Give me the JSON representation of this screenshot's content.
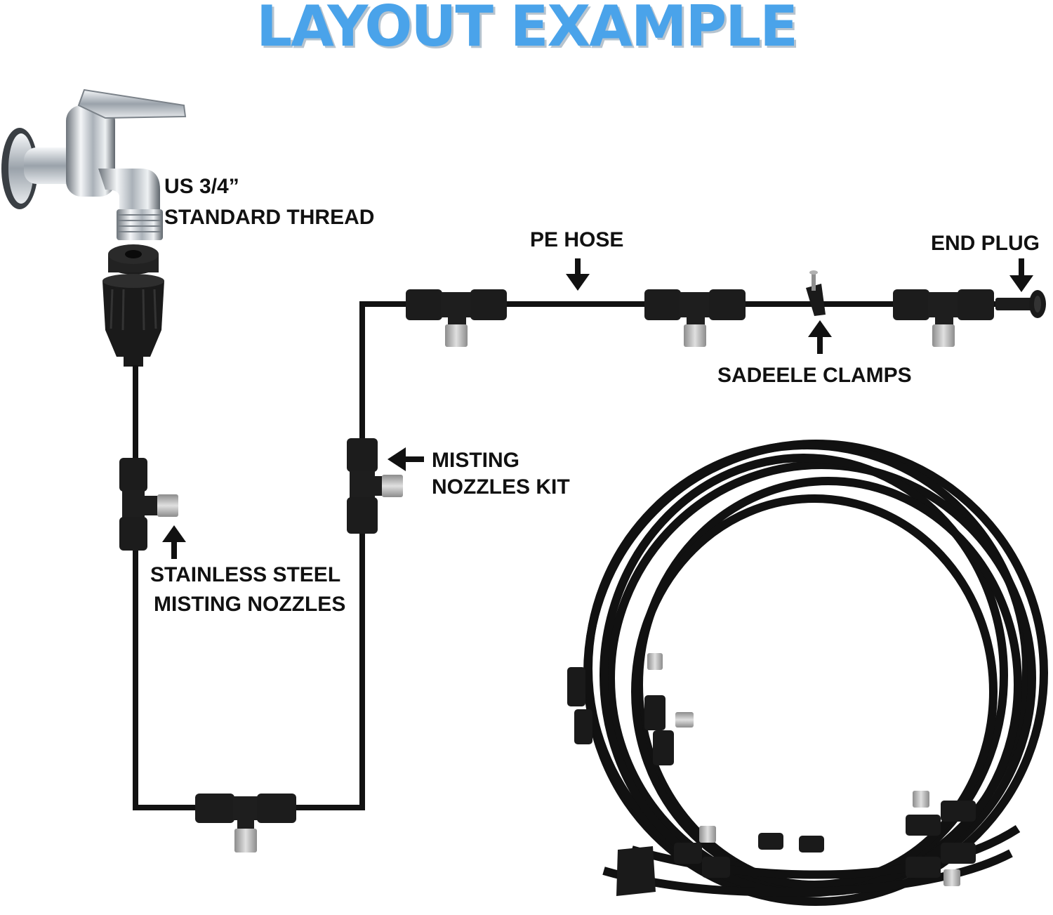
{
  "title": "LAYOUT EXAMPLE",
  "labels": {
    "thread_line1": "US 3/4”",
    "thread_line2": "STANDARD THREAD",
    "pe_hose": "PE HOSE",
    "end_plug": "END PLUG",
    "clamps": "SADEELE CLAMPS",
    "kit_line1": "MISTING",
    "kit_line2": "NOZZLES KIT",
    "nozzles_line1": "STAINLESS STEEL",
    "nozzles_line2": "MISTING NOZZLES"
  },
  "colors": {
    "title": "#4aa3ea",
    "title_shadow": "#b7c4cf",
    "hose": "#111111",
    "fitting": "#1a1a1a",
    "nozzle": "#b8b8b8",
    "chrome": "#c9ced3"
  },
  "icons": [
    "faucet-icon",
    "hose-adapter-icon",
    "tee-fitting-icon",
    "misting-nozzle-icon",
    "saddle-clamp-icon",
    "end-plug-icon",
    "arrow-icon",
    "coiled-hose-icon"
  ]
}
